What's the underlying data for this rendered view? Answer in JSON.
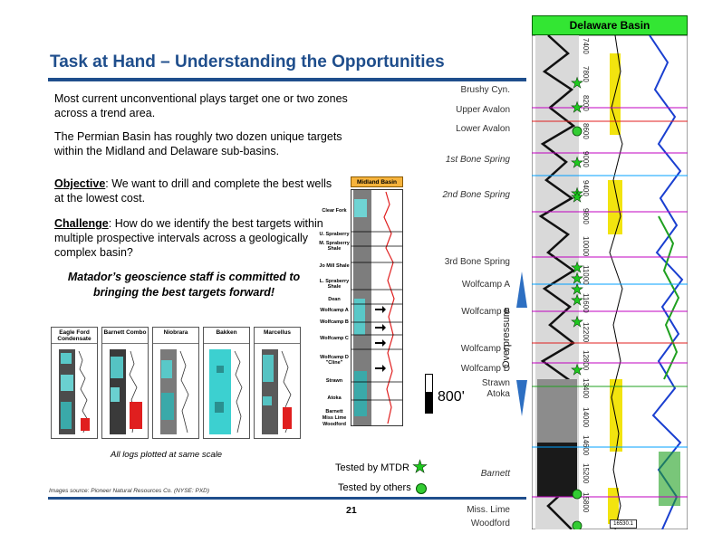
{
  "slide": {
    "title": "Task at Hand – Understanding the Opportunities",
    "para1": "Most current unconventional plays target one or two zones across a trend area.",
    "para2": "The Permian Basin has roughly two dozen unique targets within the Midland and Delaware sub-basins.",
    "objective_label": "Objective",
    "objective_text": ": We want to drill and complete the best wells at the lowest cost.",
    "challenge_label": "Challenge",
    "challenge_text": ": How do we identify the best targets within multiple prospective intervals across a geologically complex basin?",
    "commitment": "Matador’s geoscience staff is committed to bringing the best targets forward!",
    "scale_note": "All logs plotted at same scale",
    "source": "Images source: Pioneer Natural Resources Co. (NYSE: PXD)",
    "page_number": "21",
    "scale_bar_label": "800'"
  },
  "plays": [
    {
      "label": "Eagle Ford Condensate"
    },
    {
      "label": "Barnett Combo"
    },
    {
      "label": "Niobrara"
    },
    {
      "label": "Bakken"
    },
    {
      "label": "Marcellus"
    }
  ],
  "midland": {
    "title": "Midland Basin",
    "zones": [
      "Clear Fork",
      "U. Spraberry",
      "M. Spraberry Shale",
      "Jo Mill Shale",
      "L. Spraberry Shale",
      "Dean",
      "Wolfcamp A",
      "Wolfcamp B",
      "Wolfcamp C",
      "Wolfcamp D \"Cline\"",
      "Strawn",
      "Atoka",
      "Barnett",
      "Miss Lime",
      "Woodford"
    ]
  },
  "legend": {
    "tested_mtdr": "Tested by MTDR",
    "tested_others": "Tested by others"
  },
  "delaware": {
    "title": "Delaware Basin",
    "overpressure": "Overpressure",
    "formations": [
      {
        "name": "Brushy Cyn."
      },
      {
        "name": "Upper Avalon"
      },
      {
        "name": "Lower Avalon"
      },
      {
        "name": "1st Bone Spring"
      },
      {
        "name": "2nd Bone Spring"
      },
      {
        "name": "3rd Bone Spring"
      },
      {
        "name": "Wolfcamp A"
      },
      {
        "name": "Wolfcamp B"
      },
      {
        "name": "Wolfcamp C"
      },
      {
        "name": "Wolfcamp D"
      },
      {
        "name": "Strawn"
      },
      {
        "name": "Atoka"
      },
      {
        "name": "Barnett"
      },
      {
        "name": "Miss. Lime"
      },
      {
        "name": "Woodford"
      }
    ],
    "depth_labels": [
      "7400",
      "7800",
      "8200",
      "8600",
      "9000",
      "9400",
      "9800",
      "10000",
      "11000",
      "11600",
      "12200",
      "12800",
      "13400",
      "14000",
      "14600",
      "15200",
      "15800"
    ],
    "depth_readout": "16530.1"
  },
  "colors": {
    "title_blue": "#1f4e8c",
    "star_green": "#1ec81e",
    "basin_head_green": "#33e633",
    "overpressure_arrow": "#2d6fc2"
  }
}
